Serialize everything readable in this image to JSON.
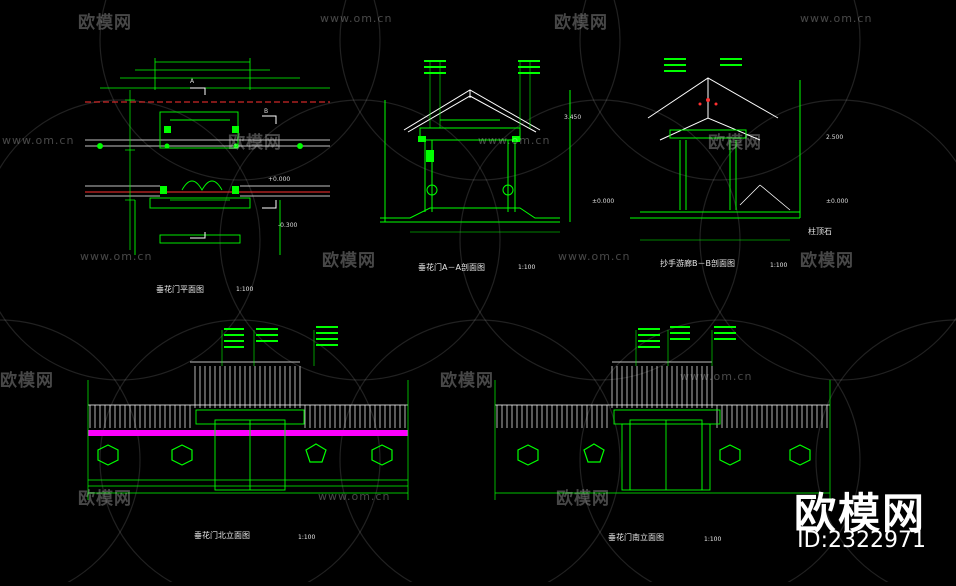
{
  "brand": {
    "logo_text": "欧模网",
    "url_text": "www.om.cn",
    "id_text": "ID:2322971"
  },
  "drawings": {
    "plan": {
      "title": "垂花门平面图",
      "scale": "1:100",
      "dims": [
        "+0.000",
        "-0.300"
      ],
      "tags": [
        "A",
        "B"
      ]
    },
    "section_a": {
      "title": "垂花门A－A剖面图",
      "scale": "1:100",
      "dims": [
        "3.450",
        "±0.000"
      ]
    },
    "section_b": {
      "title": "抄手游廊B－B剖面图",
      "scale": "1:100",
      "dims": [
        "2.500",
        "±0.000"
      ],
      "note": "柱顶石"
    },
    "north_elev": {
      "title": "垂花门北立面图",
      "scale": "1:100"
    },
    "south_elev": {
      "title": "垂花门南立面图",
      "scale": "1:100"
    }
  },
  "colors": {
    "background": "#000000",
    "green": "#00ff00",
    "cyan": "#00ffff",
    "magenta": "#ff00ff",
    "red": "#ff0000",
    "white": "#ffffff"
  }
}
